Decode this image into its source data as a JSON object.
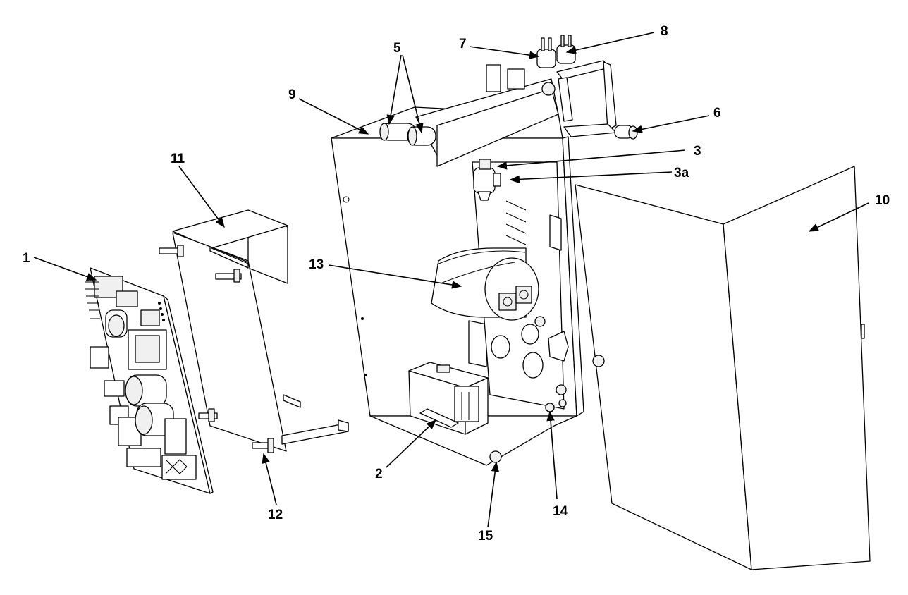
{
  "callouts": [
    {
      "id": "1",
      "label": "1"
    },
    {
      "id": "2",
      "label": "2"
    },
    {
      "id": "3",
      "label": "3"
    },
    {
      "id": "3a",
      "label": "3a"
    },
    {
      "id": "5",
      "label": "5"
    },
    {
      "id": "6",
      "label": "6"
    },
    {
      "id": "7",
      "label": "7"
    },
    {
      "id": "8",
      "label": "8"
    },
    {
      "id": "9",
      "label": "9"
    },
    {
      "id": "10",
      "label": "10"
    },
    {
      "id": "11",
      "label": "11"
    },
    {
      "id": "12",
      "label": "12"
    },
    {
      "id": "13",
      "label": "13"
    },
    {
      "id": "14",
      "label": "14"
    },
    {
      "id": "15",
      "label": "15"
    }
  ]
}
